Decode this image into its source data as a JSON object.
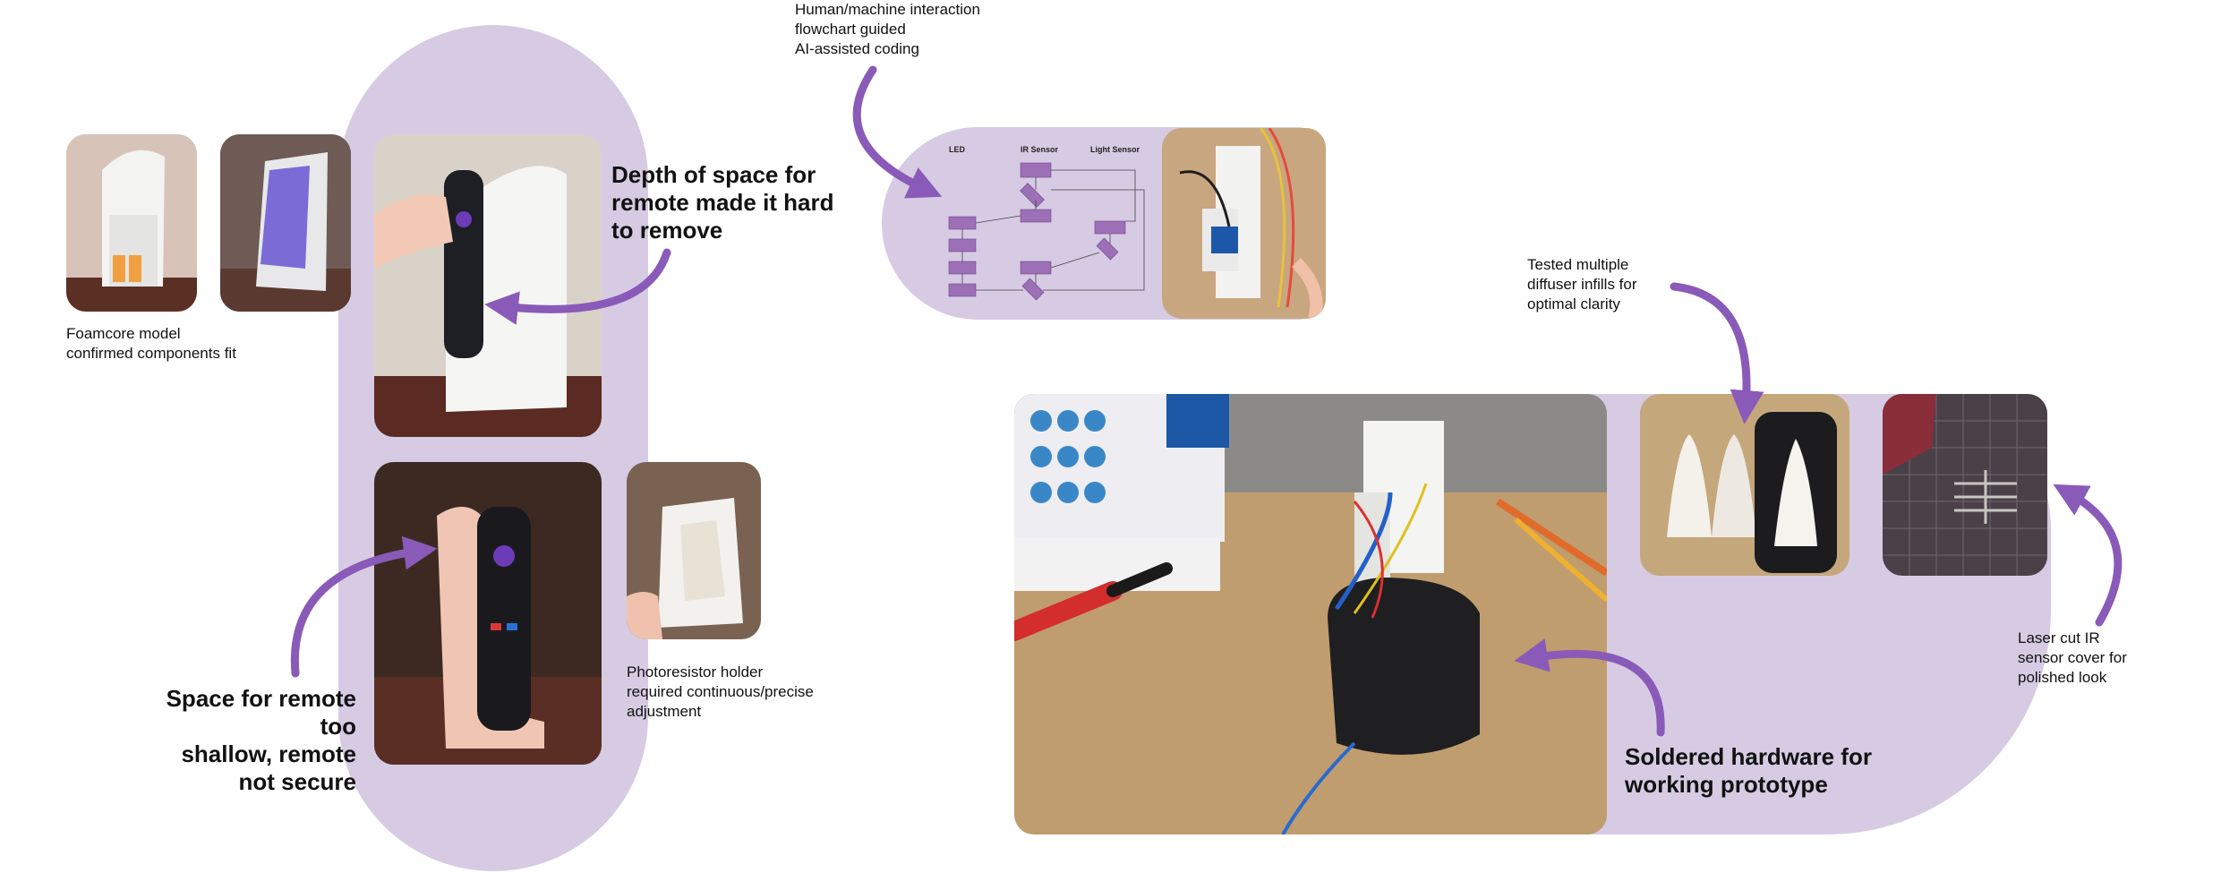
{
  "captions": {
    "foamcore": "Foamcore model\nconfirmed components fit",
    "depth": "Depth of space for\nremote made it hard\nto remove",
    "shallow": "Space for remote too\nshallow, remote\nnot secure",
    "photoresistor": "Photoresistor holder\nrequired continuous/precise\nadjustment",
    "human_machine": "Human/machine interaction\nflowchart guided\nAI-assisted coding",
    "diffuser": "Tested multiple\ndiffuser infills for\noptimal clarity",
    "laser": "Laser cut IR\nsensor cover for\npolished look",
    "soldered": "Soldered hardware for\nworking prototype"
  },
  "flowchart": {
    "col_led": "LED",
    "col_ir": "IR Sensor",
    "col_light": "Light Sensor"
  },
  "colors": {
    "blob": "#d6cbe3",
    "arrow": "#8a5ab9",
    "flow_box": "#9d6fb6"
  }
}
